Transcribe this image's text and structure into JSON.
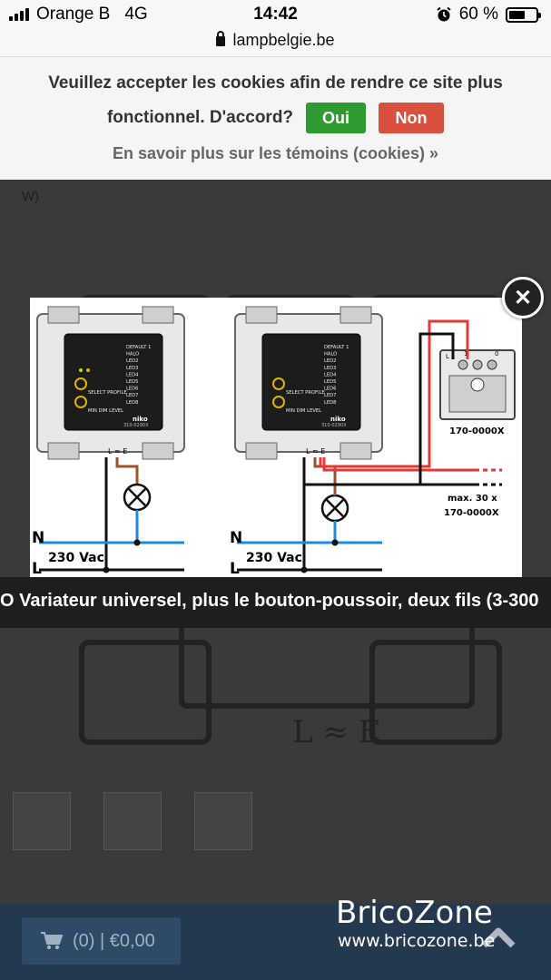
{
  "status_bar": {
    "carrier": "Orange B",
    "network": "4G",
    "time": "14:42",
    "battery": "60 %",
    "battery_level": 0.6,
    "url": "lampbelgie.be"
  },
  "cookie_banner": {
    "line1": "Veuillez accepter les cookies afin de rendre ce site plus",
    "line2": "fonctionnel. D'accord?",
    "yes_label": "Oui",
    "no_label": "Non",
    "more_link": "En savoir plus sur les témoins (cookies) »",
    "colors": {
      "yes": "#2f9a2f",
      "no": "#d9503f"
    }
  },
  "background_page": {
    "text_fragment": "W)"
  },
  "diagram": {
    "left": {
      "device_labels": [
        "DEFAULT 1",
        "HALO",
        "LED2",
        "LED3",
        "LED4",
        "LED5",
        "LED6",
        "LED7",
        "LED8",
        "SELECT PROFILE",
        "MIN DIM LEVEL"
      ],
      "brand": "niko",
      "model": "310-0290X",
      "terminals": "L ≈ E",
      "line_n": "N",
      "line_l": "L",
      "voltage": "230 Vac"
    },
    "right": {
      "push_button_model": "170-0000X",
      "push_button_terminals": [
        "L",
        "1",
        "0"
      ],
      "max_note_line1": "max. 30 x",
      "max_note_line2": "170-0000X",
      "line_n": "N",
      "line_l": "L",
      "voltage": "230 Vac"
    }
  },
  "caption": "O Variateur universel, plus le bouton-poussoir, deux fils (3-300",
  "footer": {
    "cart_label": "(0) | €0,00",
    "brand_name": "BricoZone",
    "brand_url": "www.bricozone.be"
  }
}
